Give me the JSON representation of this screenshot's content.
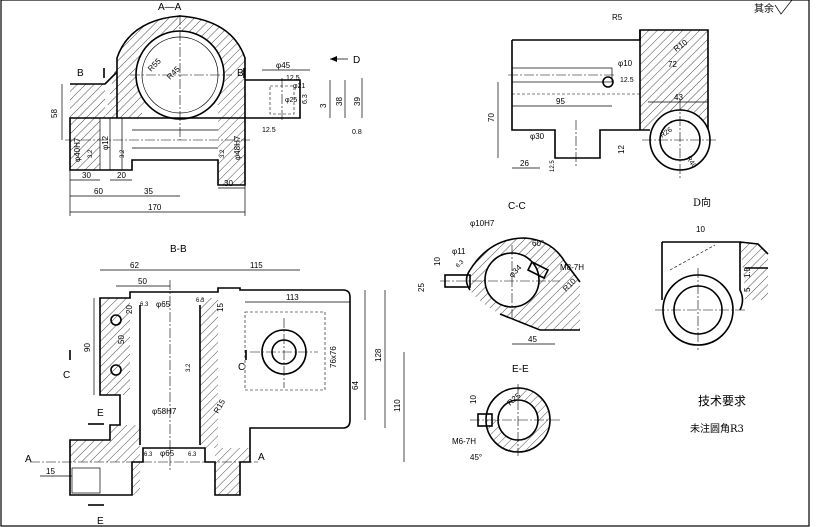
{
  "drawing": {
    "corner_note": "其余",
    "views": {
      "aa": "A—A",
      "bb": "B-B",
      "cc": "C-C",
      "dview": "D向",
      "ee": "E-E"
    },
    "section_markers": {
      "b_left": "B",
      "b_right": "B",
      "d": "D",
      "a_left": "A",
      "a_right": "A",
      "c_left": "C",
      "c_right": "C",
      "e_top": "E",
      "e_bottom": "E"
    },
    "dims_aa": {
      "r55": "R55",
      "r45": "R45",
      "d45": "φ45",
      "r12_5": "12.5",
      "d25": "φ25",
      "d21": "φ21",
      "r6_3": "6.3",
      "v3": "3",
      "v38": "38",
      "v39": "39",
      "v58": "58",
      "d40h7": "φ40H7",
      "d12": "φ12",
      "d48h7": "φ48H7",
      "ra32a": "3.2",
      "ra32b": "3.2",
      "ra32c": "3.2",
      "v30a": "30",
      "v20": "20",
      "v30b": "30",
      "v60": "60",
      "v35": "35",
      "v170": "170",
      "r12_5b": "12.5",
      "v0_8": "0.8"
    },
    "dims_side": {
      "r5": "R5",
      "r10": "R10",
      "v72": "72",
      "d10": "φ10",
      "r12_5": "12.5",
      "v95": "95",
      "v43": "43",
      "v70": "70",
      "d30": "φ30",
      "v26": "26",
      "v12_5": "12.5",
      "v12": "12",
      "r26": "R26",
      "r40": "R40"
    },
    "dims_bb": {
      "v62": "62",
      "v115": "115",
      "v50a": "50",
      "d65a": "φ65",
      "v20": "20",
      "v15": "15",
      "v113": "113",
      "ra63a": "6.3",
      "ra63b": "6.3",
      "v90": "90",
      "v50b": "50",
      "v76x76": "76x76",
      "v64": "64",
      "v128": "128",
      "v110": "110",
      "ra32": "3.2",
      "d58h7": "φ58H7",
      "r15": "R15",
      "ra63c": "6.3",
      "d65b": "φ65",
      "ra63d": "6.3",
      "v15b": "15"
    },
    "dims_cc": {
      "d10h7": "φ10H7",
      "d11": "φ11",
      "v10": "10",
      "r6_3": "6.3",
      "v60deg": "60°",
      "m8": "M8-7H",
      "d34": "φ34",
      "r10": "R10",
      "v25": "25",
      "v45": "45"
    },
    "dims_d": {
      "v10": "10",
      "v1_5": "1.5",
      "v5": "5"
    },
    "dims_ee": {
      "v10": "10",
      "r25": "R25",
      "m6": "M6-7H",
      "v45deg": "45°"
    },
    "notes": {
      "title": "技术要求",
      "line1": "未注圆角R3"
    }
  }
}
